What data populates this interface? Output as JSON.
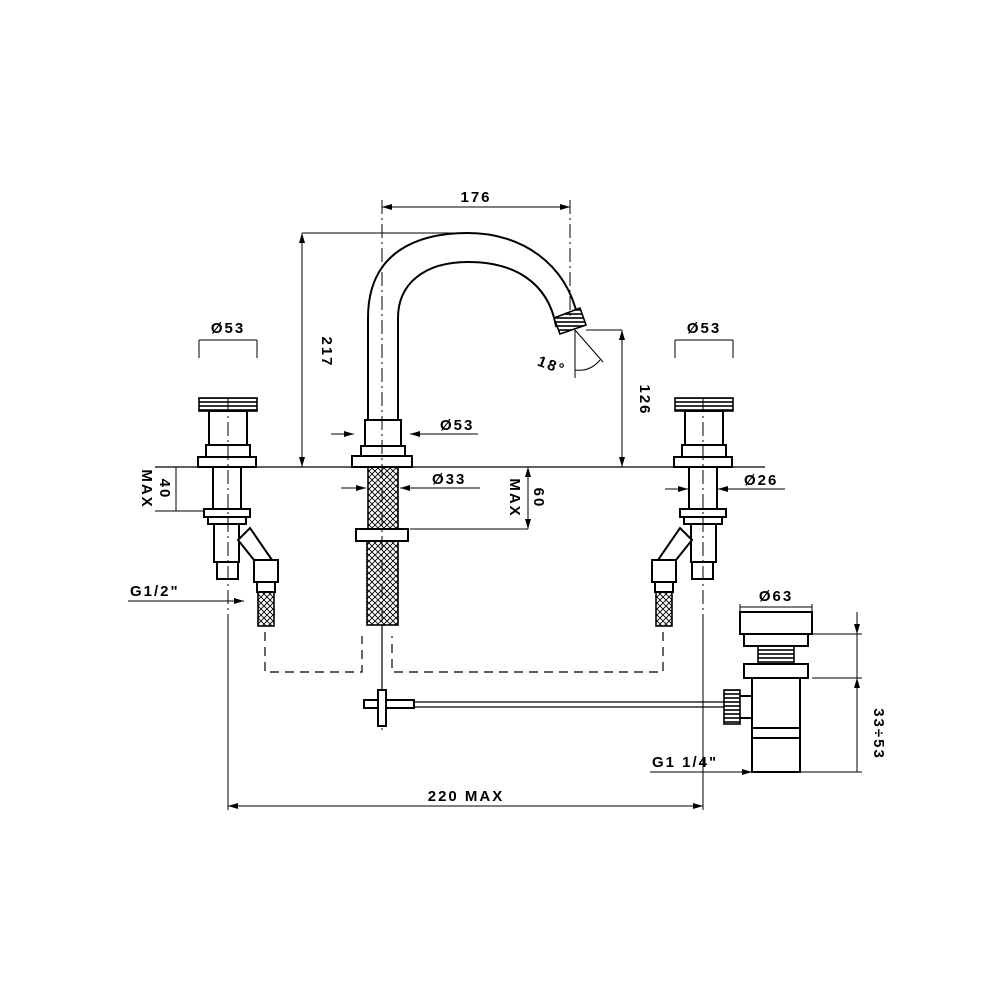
{
  "labels": {
    "spout_reach": "176",
    "total_height": "217",
    "spout_height": "126",
    "spout_angle": "18°",
    "left_handle_diameter": "Ø53",
    "right_handle_diameter": "Ø53",
    "spout_base_diameter": "Ø53",
    "spout_shank_diameter": "Ø33",
    "valve_shank_diameter": "Ø26",
    "deck_left_max": "40",
    "deck_left_max_word": "MAX",
    "deck_center_max": "60",
    "deck_center_max_word": "MAX",
    "inlet_thread": "G1/2\"",
    "drain_diameter": "Ø63",
    "drain_height": "33÷53",
    "drain_thread": "G1 1/4\"",
    "spread_max": "220 MAX"
  },
  "colors": {
    "line": "#000000",
    "background": "#ffffff"
  }
}
